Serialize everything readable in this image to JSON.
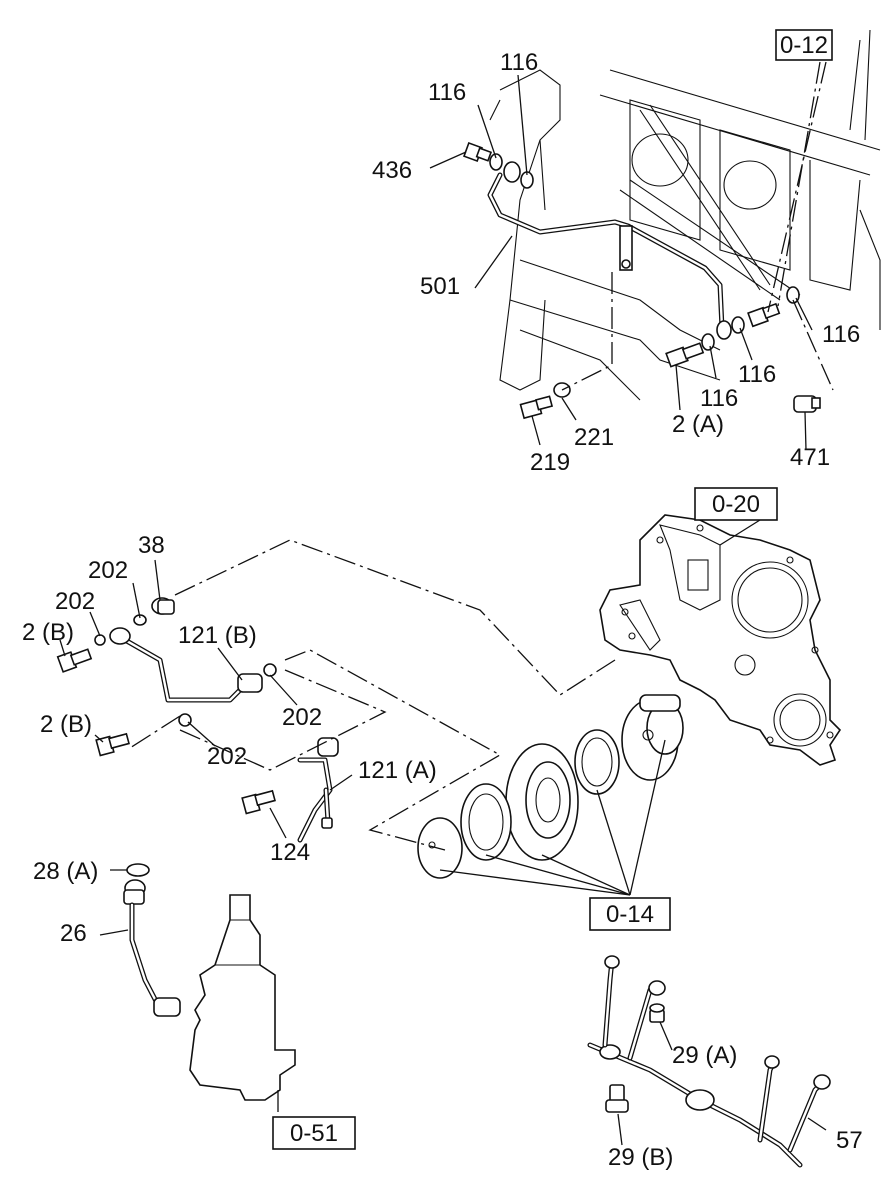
{
  "refs": {
    "r012": "0-12",
    "r020": "0-20",
    "r014": "0-14",
    "r051": "0-51"
  },
  "labels": {
    "p116a": "116",
    "p116b": "116",
    "p436": "436",
    "p501": "501",
    "p116c": "116",
    "p116d": "116",
    "p116e": "116",
    "p2a": "2 (A)",
    "p471": "471",
    "p221": "221",
    "p219": "219",
    "p38": "38",
    "p202a": "202",
    "p202b": "202",
    "p2b1": "2 (B)",
    "p121b": "121 (B)",
    "p202c": "202",
    "p2b2": "2 (B)",
    "p202d": "202",
    "p121a": "121 (A)",
    "p124": "124",
    "p28a": "28 (A)",
    "p26": "26",
    "p29a": "29 (A)",
    "p29b": "29 (B)",
    "p57": "57"
  }
}
